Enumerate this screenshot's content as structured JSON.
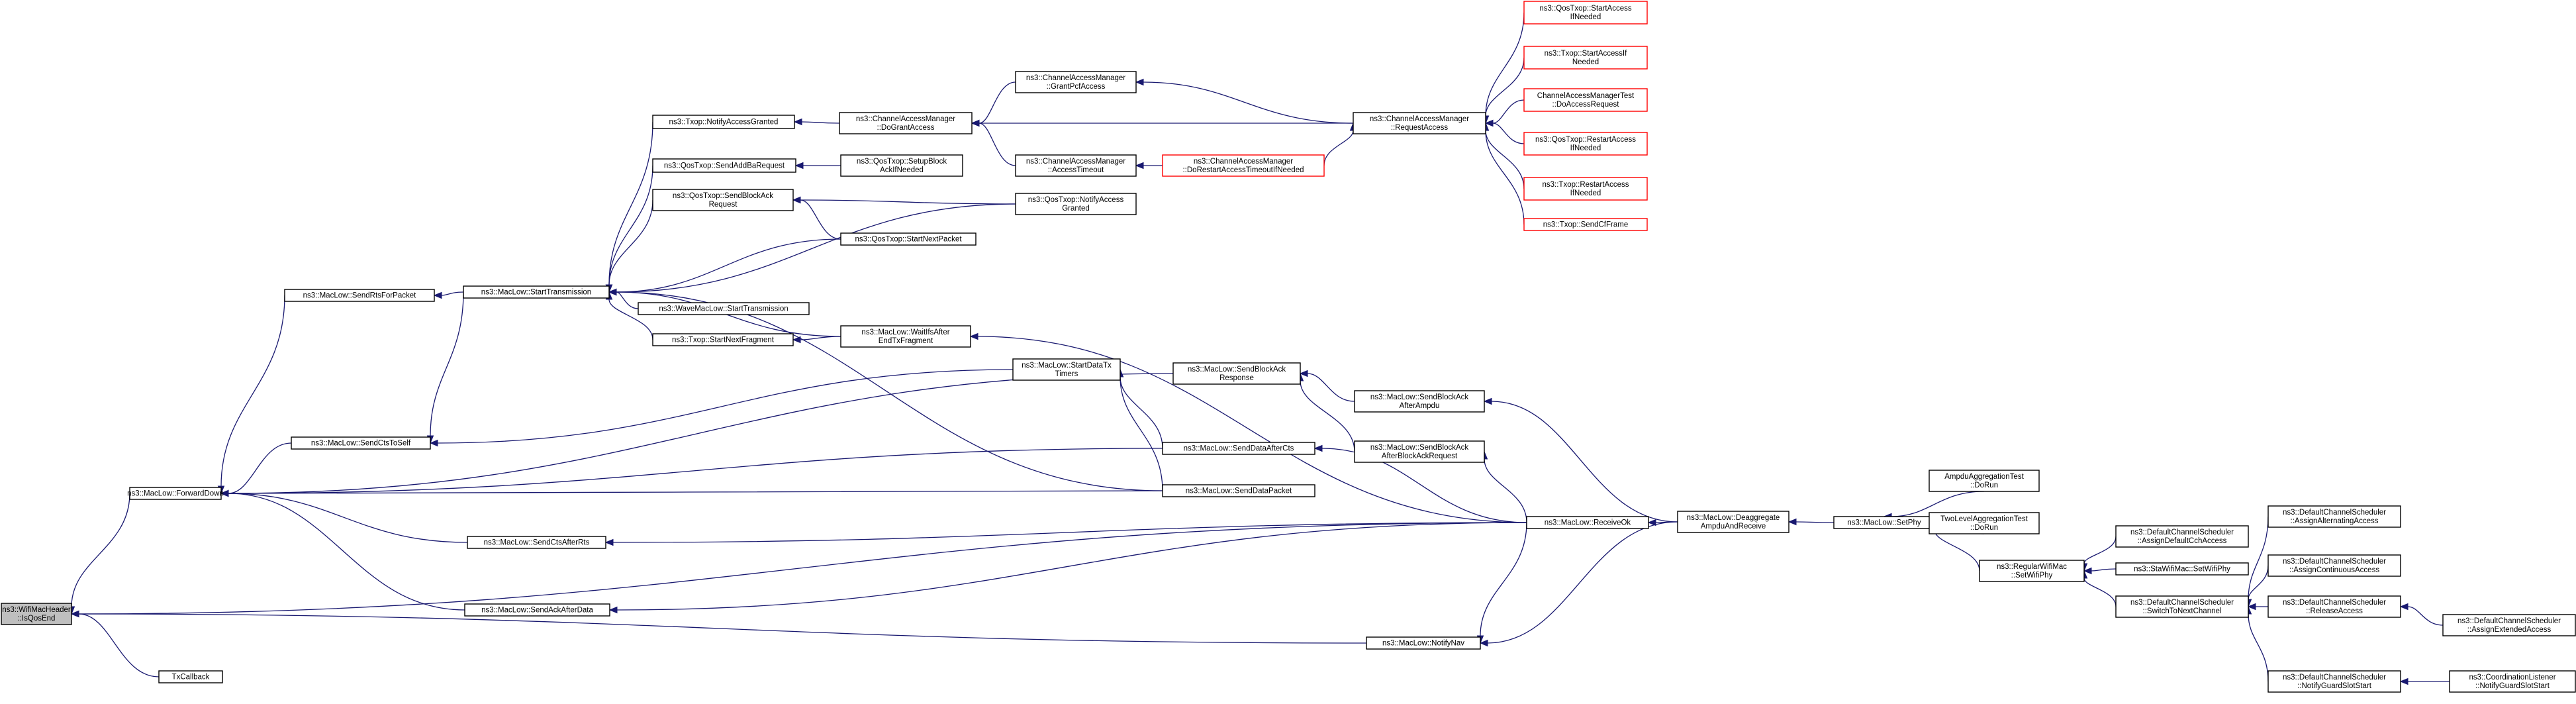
{
  "graph": {
    "edge_color": "#191970",
    "nodes": [
      {
        "id": "root",
        "lines": [
          "ns3::WifiMacHeader",
          "::IsQosEnd"
        ],
        "root": true
      },
      {
        "id": "fd",
        "lines": [
          "ns3::MacLow::ForwardDown"
        ]
      },
      {
        "id": "txcb",
        "lines": [
          "TxCallback"
        ]
      },
      {
        "id": "rts",
        "lines": [
          "ns3::MacLow::SendRtsForPacket"
        ]
      },
      {
        "id": "ctsself",
        "lines": [
          "ns3::MacLow::SendCtsToSelf"
        ]
      },
      {
        "id": "ctsrts",
        "lines": [
          "ns3::MacLow::SendCtsAfterRts"
        ]
      },
      {
        "id": "ackdata",
        "lines": [
          "ns3::MacLow::SendAckAfterData"
        ]
      },
      {
        "id": "st",
        "lines": [
          "ns3::MacLow::StartTransmission"
        ]
      },
      {
        "id": "wave",
        "lines": [
          "ns3::WaveMacLow::StartTransmission"
        ]
      },
      {
        "id": "txnag",
        "lines": [
          "ns3::Txop::NotifyAccessGranted"
        ]
      },
      {
        "id": "qaddba",
        "lines": [
          "ns3::QosTxop::SendAddBaRequest"
        ]
      },
      {
        "id": "qsba",
        "lines": [
          "ns3::QosTxop::SendBlockAck",
          "Request"
        ]
      },
      {
        "id": "qsnp",
        "lines": [
          "ns3::QosTxop::StartNextPacket"
        ]
      },
      {
        "id": "tsnf",
        "lines": [
          "ns3::Txop::StartNextFragment"
        ]
      },
      {
        "id": "cdga",
        "lines": [
          "ns3::ChannelAccessManager",
          "::DoGrantAccess"
        ]
      },
      {
        "id": "qsetup",
        "lines": [
          "ns3::QosTxop::SetupBlock",
          "AckIfNeeded"
        ]
      },
      {
        "id": "qnag",
        "lines": [
          "ns3::QosTxop::NotifyAccess",
          "Granted"
        ]
      },
      {
        "id": "cgpcf",
        "lines": [
          "ns3::ChannelAccessManager",
          "::GrantPcfAccess"
        ]
      },
      {
        "id": "cat",
        "lines": [
          "ns3::ChannelAccessManager",
          "::AccessTimeout"
        ]
      },
      {
        "id": "cdratn",
        "lines": [
          "ns3::ChannelAccessManager",
          "::DoRestartAccessTimeoutIfNeeded"
        ],
        "red": true
      },
      {
        "id": "cra",
        "lines": [
          "ns3::ChannelAccessManager",
          "::RequestAccess"
        ]
      },
      {
        "id": "r1",
        "lines": [
          "ns3::QosTxop::StartAccess",
          "IfNeeded"
        ],
        "red": true
      },
      {
        "id": "r2",
        "lines": [
          "ns3::Txop::StartAccessIf",
          "Needed"
        ],
        "red": true
      },
      {
        "id": "r3",
        "lines": [
          "ChannelAccessManagerTest",
          "::DoAccessRequest"
        ],
        "red": true
      },
      {
        "id": "r4",
        "lines": [
          "ns3::QosTxop::RestartAccess",
          "IfNeeded"
        ],
        "red": true
      },
      {
        "id": "r5",
        "lines": [
          "ns3::Txop::RestartAccess",
          "IfNeeded"
        ],
        "red": true
      },
      {
        "id": "r6",
        "lines": [
          "ns3::Txop::SendCfFrame"
        ],
        "red": true
      },
      {
        "id": "waf",
        "lines": [
          "ns3::MacLow::WaitIfsAfter",
          "EndTxFragment"
        ]
      },
      {
        "id": "sdtt",
        "lines": [
          "ns3::MacLow::StartDataTx",
          "Timers"
        ]
      },
      {
        "id": "sbar",
        "lines": [
          "ns3::MacLow::SendBlockAck",
          "Response"
        ]
      },
      {
        "id": "sdac",
        "lines": [
          "ns3::MacLow::SendDataAfterCts"
        ]
      },
      {
        "id": "sdp",
        "lines": [
          "ns3::MacLow::SendDataPacket"
        ]
      },
      {
        "id": "sbaaa",
        "lines": [
          "ns3::MacLow::SendBlockAck",
          "AfterAmpdu"
        ]
      },
      {
        "id": "sbaabar",
        "lines": [
          "ns3::MacLow::SendBlockAck",
          "AfterBlockAckRequest"
        ]
      },
      {
        "id": "rok",
        "lines": [
          "ns3::MacLow::ReceiveOk"
        ]
      },
      {
        "id": "nnav",
        "lines": [
          "ns3::MacLow::NotifyNav"
        ]
      },
      {
        "id": "dar",
        "lines": [
          "ns3::MacLow::Deaggregate",
          "AmpduAndReceive"
        ]
      },
      {
        "id": "setphy",
        "lines": [
          "ns3::MacLow::SetPhy"
        ]
      },
      {
        "id": "aat",
        "lines": [
          "AmpduAggregationTest",
          "::DoRun"
        ]
      },
      {
        "id": "tlat",
        "lines": [
          "TwoLevelAggregationTest",
          "::DoRun"
        ]
      },
      {
        "id": "rwm",
        "lines": [
          "ns3::RegularWifiMac",
          "::SetWifiPhy"
        ]
      },
      {
        "id": "dadcca",
        "lines": [
          "ns3::DefaultChannelScheduler",
          "::AssignDefaultCchAccess"
        ]
      },
      {
        "id": "swm",
        "lines": [
          "ns3::StaWifiMac::SetWifiPhy"
        ]
      },
      {
        "id": "dstnc",
        "lines": [
          "ns3::DefaultChannelScheduler",
          "::SwitchToNextChannel"
        ]
      },
      {
        "id": "daaa",
        "lines": [
          "ns3::DefaultChannelScheduler",
          "::AssignAlternatingAccess"
        ]
      },
      {
        "id": "daca",
        "lines": [
          "ns3::DefaultChannelScheduler",
          "::AssignContinuousAccess"
        ]
      },
      {
        "id": "dra",
        "lines": [
          "ns3::DefaultChannelScheduler",
          "::ReleaseAccess"
        ]
      },
      {
        "id": "daea",
        "lines": [
          "ns3::DefaultChannelScheduler",
          "::AssignExtendedAccess"
        ]
      },
      {
        "id": "dngss",
        "lines": [
          "ns3::DefaultChannelScheduler",
          "::NotifyGuardSlotStart"
        ]
      },
      {
        "id": "cngss",
        "lines": [
          "ns3::CoordinationListener",
          "::NotifyGuardSlotStart"
        ]
      }
    ]
  }
}
